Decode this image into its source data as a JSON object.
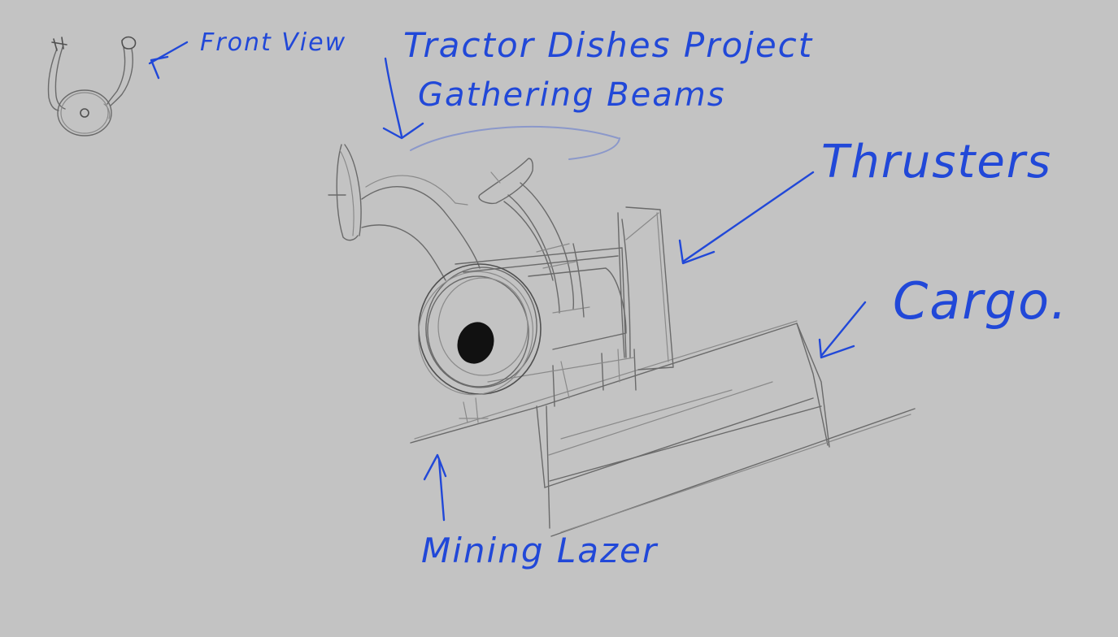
{
  "annotations": {
    "front_view": "Front View",
    "tractor_dishes": "Tractor Dishes Project",
    "gathering_beams": "Gathering Beams",
    "thrusters": "Thrusters",
    "cargo": "Cargo.",
    "mining_lazer": "Mining Lazer"
  },
  "colors": {
    "background": "#c3c3c3",
    "ink": "#2148d8",
    "pencil": "#6e6e6e",
    "lens_core": "#111111"
  }
}
